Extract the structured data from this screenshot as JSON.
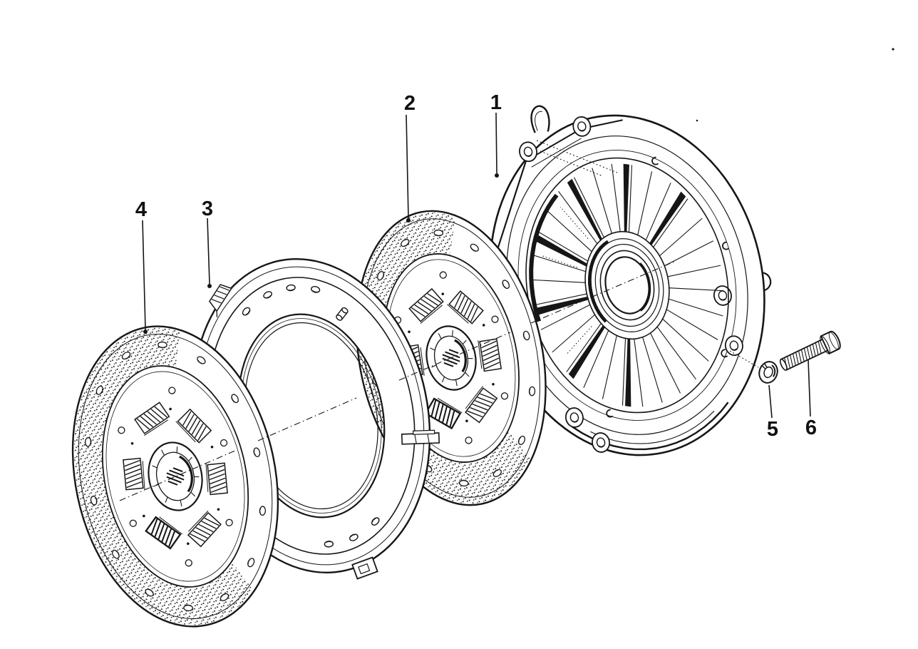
{
  "figure": {
    "background": "#ffffff",
    "ink": "#161616",
    "stipple": "#222222"
  },
  "callouts": [
    {
      "label": "1"
    },
    {
      "label": "2"
    },
    {
      "label": "3"
    },
    {
      "label": "4"
    },
    {
      "label": "5"
    },
    {
      "label": "6"
    }
  ]
}
